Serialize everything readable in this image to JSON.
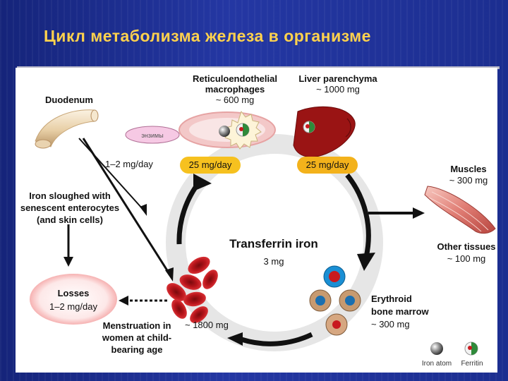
{
  "slide": {
    "title": "Цикл метаболизма железа в организме"
  },
  "diagram": {
    "duodenum": "Duodenum",
    "macrophages": {
      "line1": "Reticuloendothelial",
      "line2": "macrophages",
      "amount": "~ 600 mg"
    },
    "liver": {
      "name": "Liver parenchyma",
      "amount": "~ 1000 mg"
    },
    "enzymes": "энзимы",
    "absorption_rate": "1–2 mg/day",
    "macrophage_flux": "25 mg/day",
    "liver_flux": "25 mg/day",
    "muscles": {
      "name": "Muscles",
      "amount": "~ 300 mg"
    },
    "other_tissues": {
      "name": "Other tissues",
      "amount": "~ 100 mg"
    },
    "sloughed": {
      "line1": "Iron sloughed with",
      "line2": "senescent enterocytes",
      "line3": "(and skin cells)"
    },
    "transferrin": {
      "name": "Transferrin iron",
      "amount": "3 mg"
    },
    "losses": {
      "name": "Losses",
      "rate": "1–2 mg/day"
    },
    "menstruation": {
      "line1": "Menstruation in",
      "line2": "women at child-",
      "line3": "bearing age"
    },
    "red_cells_amount": "~ 1800 mg",
    "marrow": {
      "line1": "Erythroid",
      "line2": "bone marrow",
      "amount": "~ 300 mg"
    },
    "legend": {
      "iron_atom": "Iron atom",
      "ferritin": "Ferritin"
    }
  },
  "colors": {
    "title": "#ffd24d",
    "badge": "#f6c11f",
    "background": "#1d2f8c",
    "arrow": "#111111",
    "cycle_ring": "#e3e3e3",
    "red_cell": "#c81a1f"
  },
  "icons": [
    "duodenum-tube",
    "macrophage-cell",
    "liver-organ",
    "muscle-fiber",
    "red-blood-cells",
    "erythroid-cells",
    "iron-atom-icon",
    "ferritin-icon"
  ]
}
